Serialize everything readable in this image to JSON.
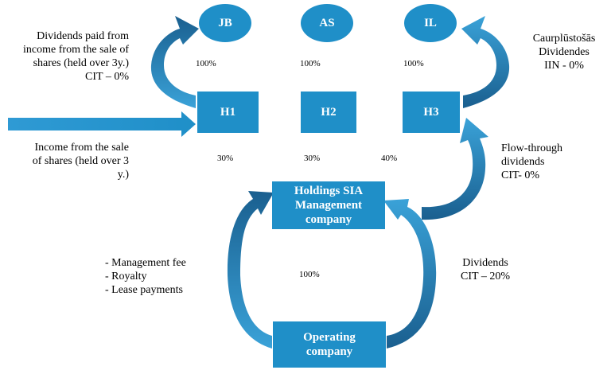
{
  "nodes": {
    "jb": "JB",
    "as": "AS",
    "il": "IL",
    "h1": "H1",
    "h2": "H2",
    "h3": "H3",
    "holdings": "Holdings SIA\nManagement\ncompany",
    "operating": "Operating\ncompany"
  },
  "percentages": {
    "jb_h1": "100%",
    "as_h2": "100%",
    "il_h3": "100%",
    "h1_holdings": "30%",
    "h2_holdings": "30%",
    "h3_holdings": "40%",
    "holdings_operating": "100%"
  },
  "labels": {
    "dividends_paid": "Dividends paid from\nincome from the sale of\nshares (held over 3y.)\nCIT – 0%",
    "income_sale": "Income from the sale\nof shares (held over  3\ny.)",
    "caurplustosas": "Caurplūstošās\nDividendes\nIIN - 0%",
    "flow_through": "Flow-through\ndividends\nCIT- 0%",
    "fees": "- Management fee\n- Royalty\n- Lease payments",
    "dividends_cit": "Dividends\nCIT – 20%"
  },
  "colors": {
    "node_fill": "#1f8fc8",
    "arrow_light": "#3aa2d8",
    "arrow_dark": "#1a5f8f"
  }
}
